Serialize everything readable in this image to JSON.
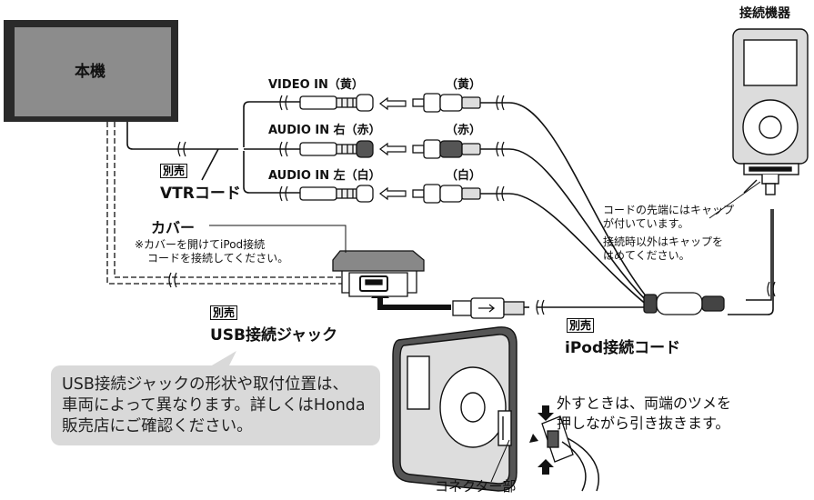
{
  "head_unit": {
    "label": "本機"
  },
  "device_title": "接続機器",
  "cables": {
    "video_in": "VIDEO IN（黄）",
    "audio_in_r": "AUDIO IN 右（赤）",
    "audio_in_l": "AUDIO IN 左（白）",
    "plug_yellow": "（黄）",
    "plug_red": "（赤）",
    "plug_white": "（白）"
  },
  "vtr": {
    "tag": "別売",
    "label": "VTRコード"
  },
  "cover": {
    "label": "カバー",
    "note_line1": "※カバーを開けてiPod接続",
    "note_line2": "コードを接続してください。"
  },
  "usb": {
    "tag": "別売",
    "label": "USB接続ジャック"
  },
  "ipod_cord": {
    "tag": "別売",
    "label": "iPod接続コード"
  },
  "cap_note": {
    "line1": "コードの先端にはキャップ",
    "line2": "が付いています。",
    "line3": "接続時以外はキャップを",
    "line4": "はめてください。"
  },
  "remove_note": {
    "line1": "外すときは、両端のツメを",
    "line2": "押しながら引き抜きます。"
  },
  "connector_label": "コネクター部",
  "info_box": {
    "line1": "USB接続ジャックの形状や取付位置は、",
    "line2": "車両によって異なります。詳しくはHonda",
    "line3": "販売店にご確認ください。"
  },
  "colors": {
    "screen": "#8c8c8c",
    "note_bg": "#d9d9d9",
    "line": "#111111"
  }
}
